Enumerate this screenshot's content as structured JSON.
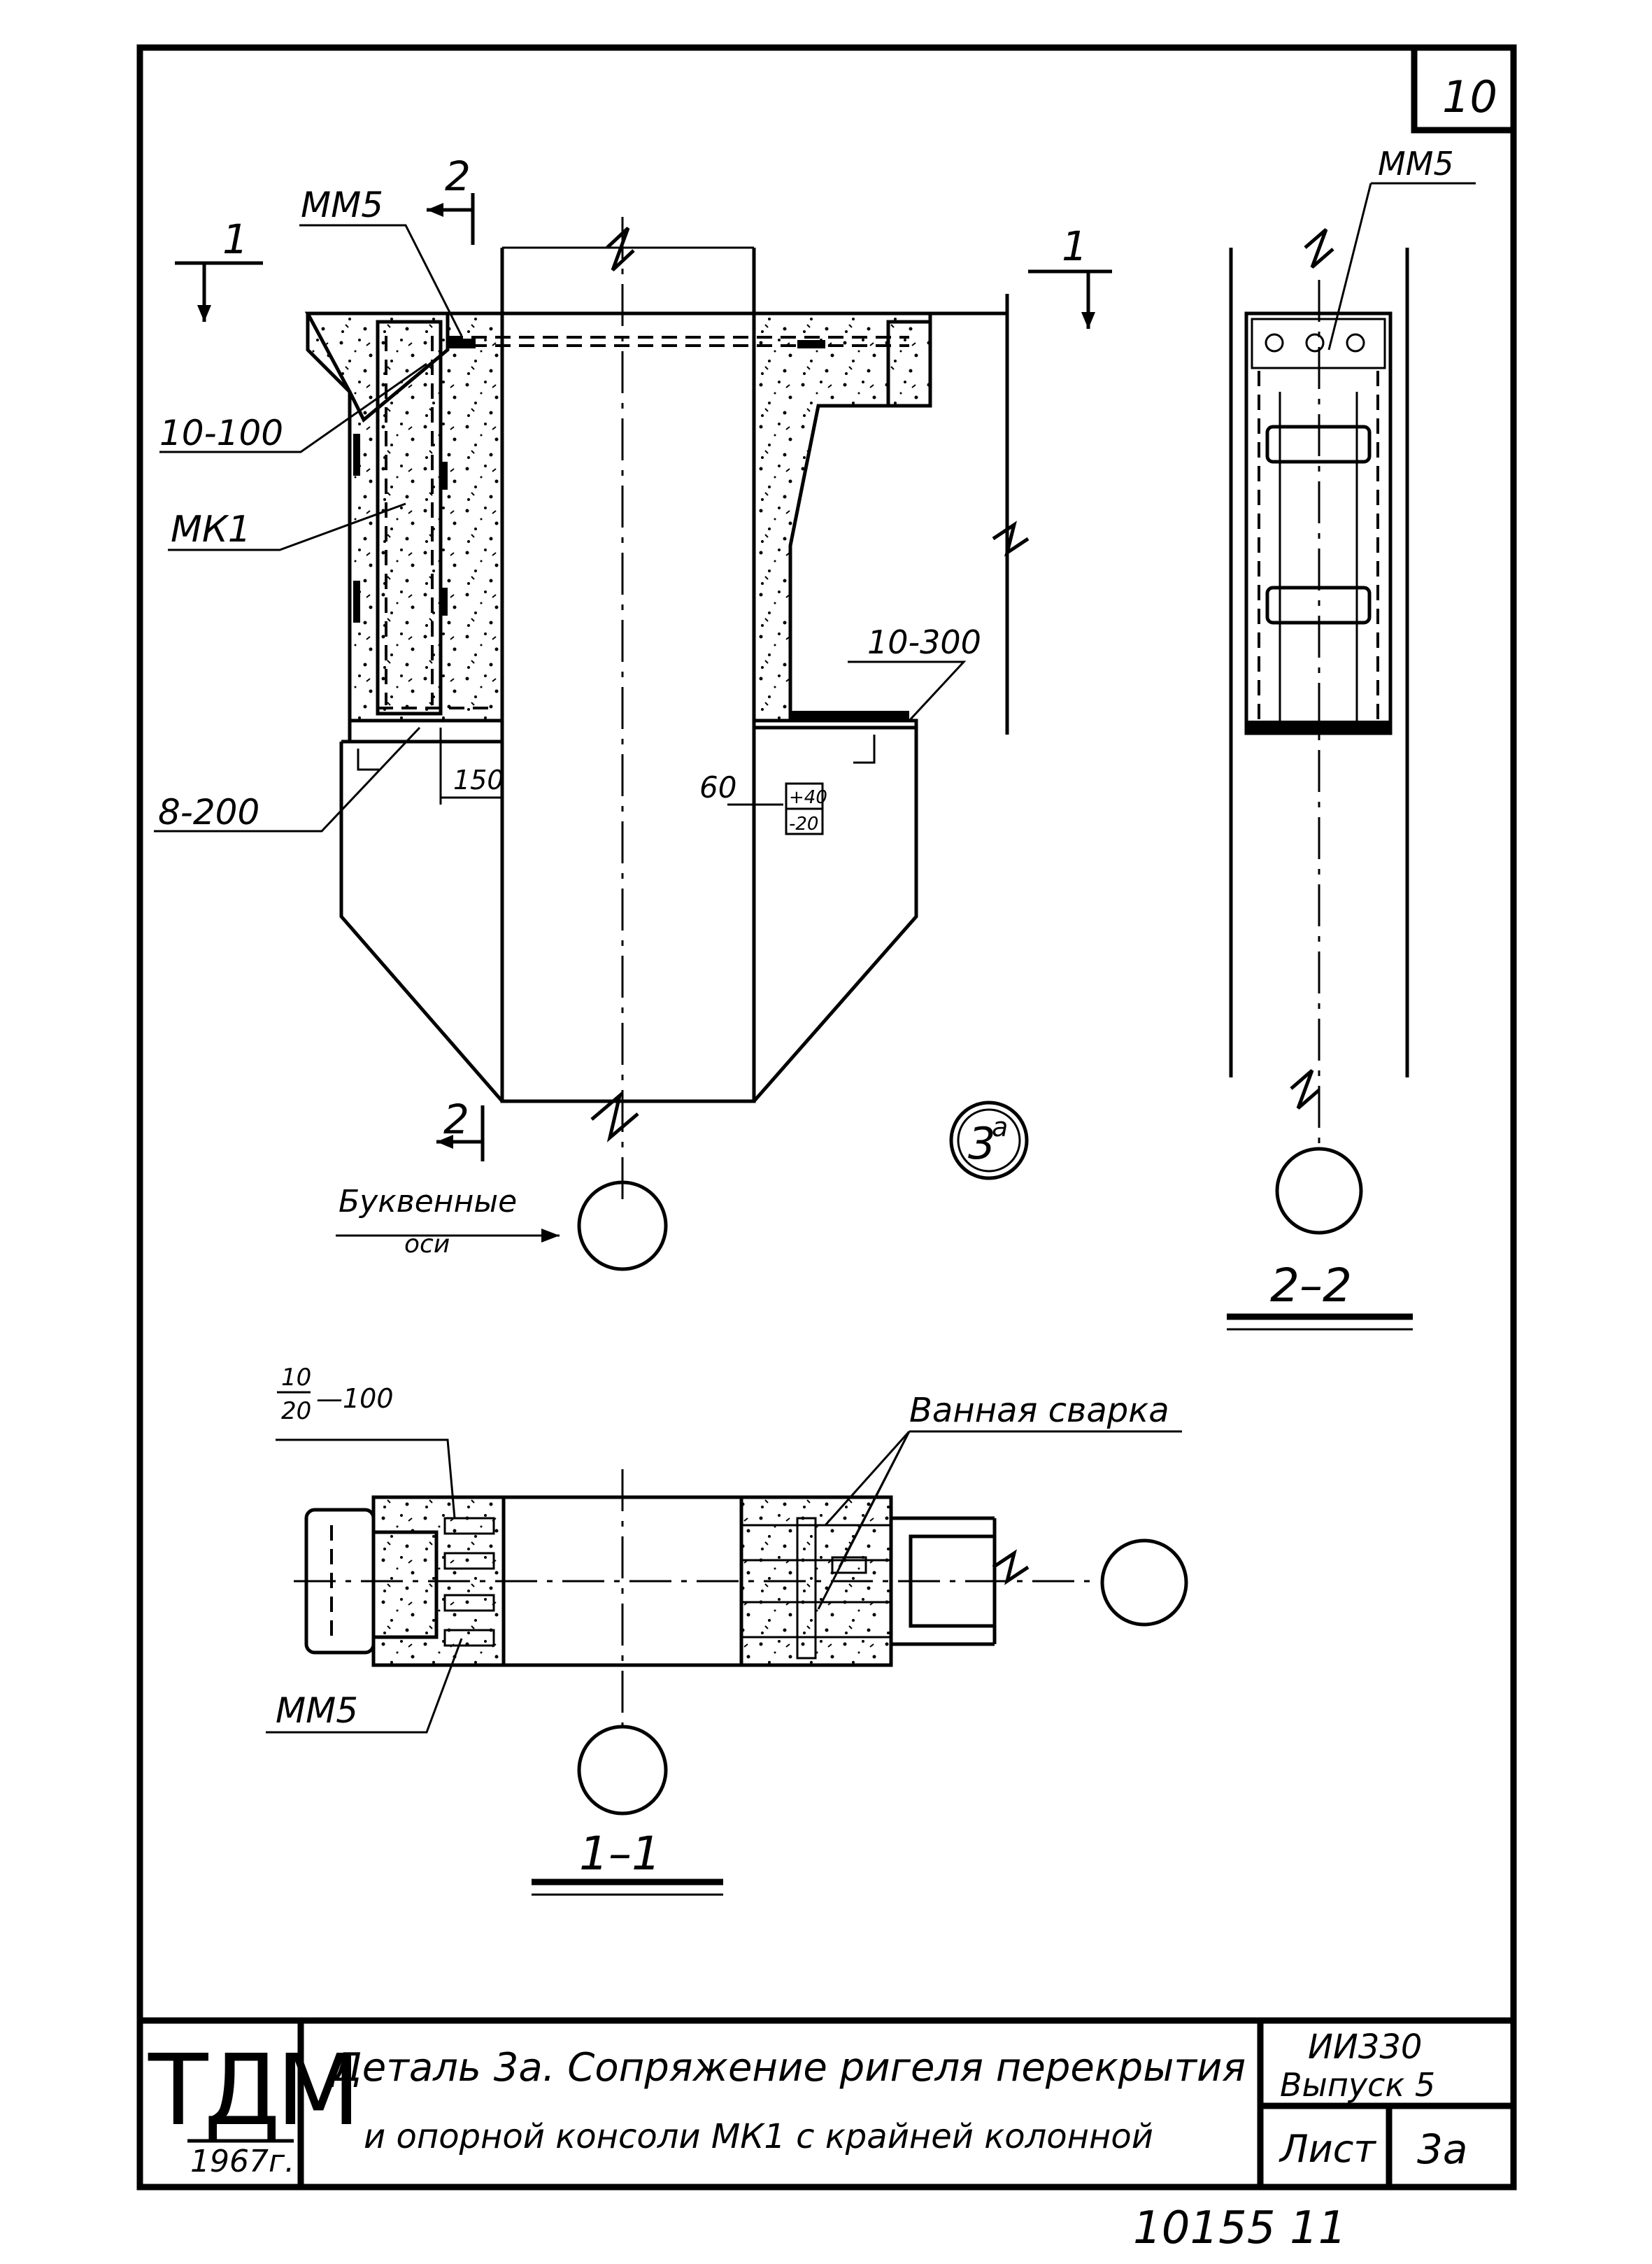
{
  "sheet": {
    "number": "10",
    "bottom_number": "10155 11"
  },
  "labels": {
    "mm5_top": "ММ5",
    "mm5_section": "ММ5",
    "mm5_plan": "ММ5",
    "weld_10_100": "10-100",
    "mk1": "МК1",
    "weld_8_200": "8-200",
    "weld_10_300": "10-300",
    "dim_150": "150",
    "dim_60": "60",
    "tol_plus": "+40",
    "tol_minus": "-20",
    "detail_mark": "3",
    "detail_mark_sup": "а",
    "axes_note_1": "Буквенные",
    "axes_note_2": "оси",
    "bath_welding": "Ванная сварка",
    "frac_num": "10",
    "frac_den": "20",
    "frac_suffix": "—100"
  },
  "section_marks": {
    "cut1_left": "1",
    "cut1_right": "1",
    "cut2_top": "2",
    "cut2_bottom": "2",
    "view_2_2": "2–2",
    "view_1_1": "1–1"
  },
  "title_block": {
    "org": "ТДМ",
    "year": "1967г.",
    "title_line1": "Деталь 3а. Сопряжение ригеля перекрытия",
    "title_line2": "и опорной консоли МК1 с крайней колонной",
    "series_1": "ИИ330",
    "series_2": "Выпуск 5",
    "sheet_label": "Лист",
    "sheet_value": "3а"
  }
}
